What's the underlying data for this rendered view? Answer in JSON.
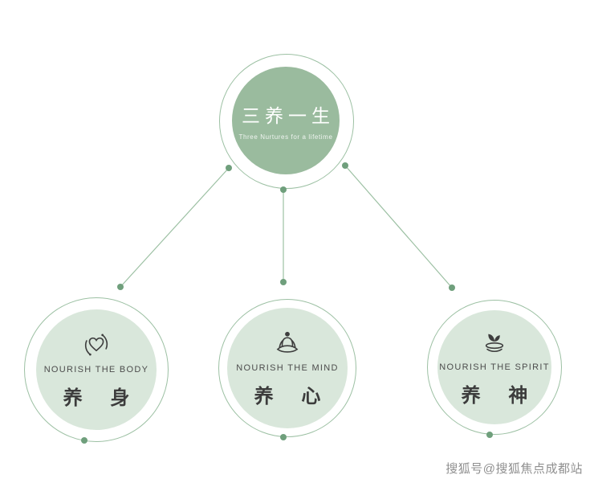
{
  "colors": {
    "center-fill": "#9abb9e",
    "node-fill": "#d9e7db",
    "ring": "#9cc0a3",
    "line": "#9cc0a3",
    "dot": "#6f9f7c",
    "text-en": "#4c4c4c",
    "text-dark": "#3c3c3c",
    "watermark": "#8f8f8f"
  },
  "center": {
    "title": "三养一生",
    "subtitle": "Three Nurtures for a lifetime"
  },
  "nodes": [
    {
      "en": "NOURISH THE BODY",
      "zh": "养 身",
      "icon": "heart-care-icon"
    },
    {
      "en": "NOURISH THE MIND",
      "zh": "养 心",
      "icon": "meditation-icon"
    },
    {
      "en": "NOURISH THE SPIRIT",
      "zh": "养 神",
      "icon": "sprout-dish-icon"
    }
  ],
  "watermark": "搜狐号@搜狐焦点成都站"
}
